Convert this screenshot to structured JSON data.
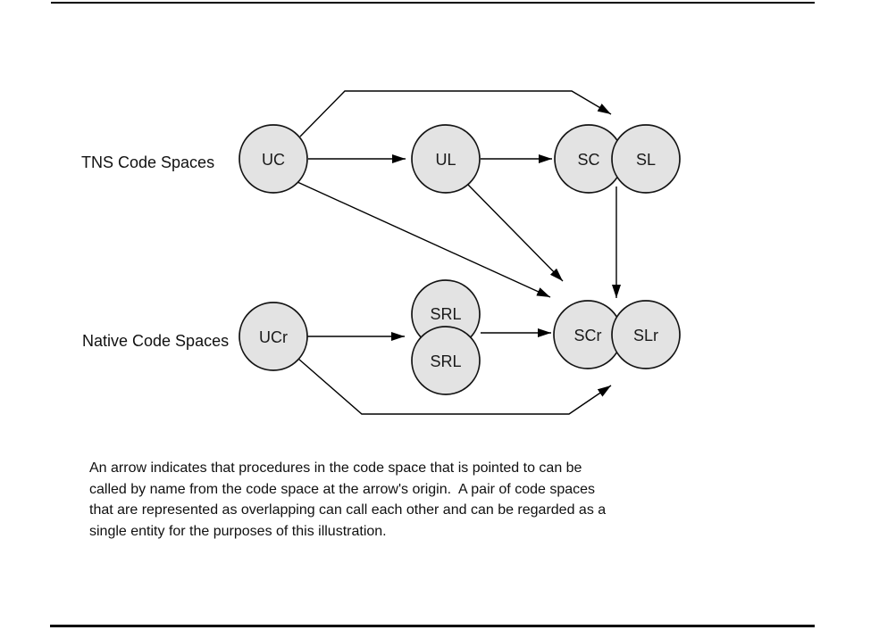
{
  "figure": {
    "row_labels": {
      "top": "TNS Code Spaces",
      "bottom": "Native Code Spaces"
    },
    "colors": {
      "node_fill": "#e3e3e3",
      "node_stroke": "#141414",
      "line": "#000000",
      "rule": "#000000"
    },
    "nodes": [
      {
        "id": "uc",
        "label": "UC"
      },
      {
        "id": "ul",
        "label": "UL"
      },
      {
        "id": "sc",
        "label": "SC"
      },
      {
        "id": "sl",
        "label": "SL"
      },
      {
        "id": "ucr",
        "label": "UCr"
      },
      {
        "id": "srl-upper",
        "label": "SRL"
      },
      {
        "id": "srl-lower",
        "label": "SRL"
      },
      {
        "id": "scr",
        "label": "SCr"
      },
      {
        "id": "slr",
        "label": "SLr"
      }
    ],
    "edges": [
      {
        "from": "UC",
        "to": "UL",
        "route": "direct"
      },
      {
        "from": "UL",
        "to": "SC",
        "route": "direct"
      },
      {
        "from": "UC",
        "to": "SC/SL",
        "route": "over-top"
      },
      {
        "from": "UC",
        "to": "SCr",
        "route": "diagonal"
      },
      {
        "from": "UL",
        "to": "SCr",
        "route": "diagonal"
      },
      {
        "from": "SC/SL",
        "to": "SCr/SLr",
        "route": "vertical"
      },
      {
        "from": "UCr",
        "to": "SRL",
        "route": "direct"
      },
      {
        "from": "SRL",
        "to": "SCr",
        "route": "direct"
      },
      {
        "from": "UCr",
        "to": "SCr/SLr",
        "route": "under-bottom"
      }
    ]
  },
  "caption": {
    "lines": [
      "An arrow indicates that procedures in the code space that is pointed to can be",
      "called by name from the code space at the arrow's origin.  A pair of code spaces",
      "that are represented as overlapping can call each other and can be regarded as a",
      "single entity for the purposes of this illustration."
    ]
  }
}
